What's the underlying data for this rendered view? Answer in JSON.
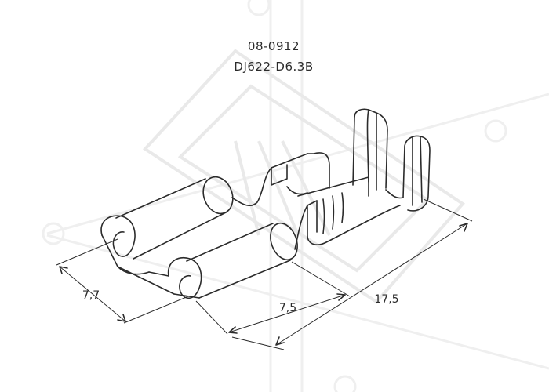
{
  "part_code": "08-0912",
  "part_model": "DJ622-D6.3B",
  "dimensions": {
    "width": "7,7",
    "barrel": "7,5",
    "total": "17,5"
  },
  "colors": {
    "line": "#2b2b2b",
    "watermark": "#e9e9e9",
    "background": "#ffffff"
  }
}
